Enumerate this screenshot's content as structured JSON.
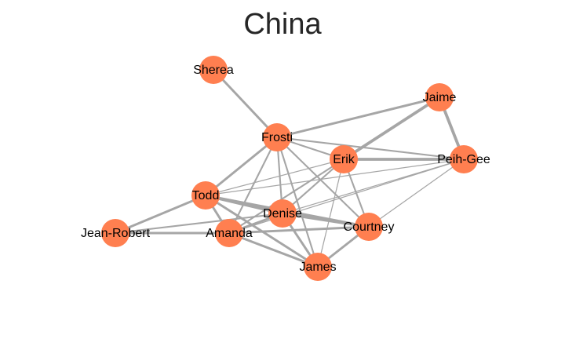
{
  "title": "China",
  "colors": {
    "node": "#ff7f50",
    "edge": "#a6a6a6",
    "text": "#000000"
  },
  "graph": {
    "nodes": [
      {
        "id": "sherea",
        "label": "Sherea"
      },
      {
        "id": "frosti",
        "label": "Frosti"
      },
      {
        "id": "jaime",
        "label": "Jaime"
      },
      {
        "id": "erik",
        "label": "Erik"
      },
      {
        "id": "peihgee",
        "label": "Peih-Gee"
      },
      {
        "id": "todd",
        "label": "Todd"
      },
      {
        "id": "denise",
        "label": "Denise"
      },
      {
        "id": "jeanrobert",
        "label": "Jean-Robert"
      },
      {
        "id": "amanda",
        "label": "Amanda"
      },
      {
        "id": "courtney",
        "label": "Courtney"
      },
      {
        "id": "james",
        "label": "James"
      }
    ],
    "edges": [
      {
        "source": "sherea",
        "target": "frosti",
        "weight": 3
      },
      {
        "source": "frosti",
        "target": "jaime",
        "weight": 3
      },
      {
        "source": "frosti",
        "target": "erik",
        "weight": 2
      },
      {
        "source": "frosti",
        "target": "peihgee",
        "weight": 2
      },
      {
        "source": "frosti",
        "target": "todd",
        "weight": 3
      },
      {
        "source": "frosti",
        "target": "denise",
        "weight": 2
      },
      {
        "source": "frosti",
        "target": "amanda",
        "weight": 2
      },
      {
        "source": "frosti",
        "target": "courtney",
        "weight": 2
      },
      {
        "source": "frosti",
        "target": "james",
        "weight": 2
      },
      {
        "source": "jaime",
        "target": "erik",
        "weight": 4
      },
      {
        "source": "jaime",
        "target": "peihgee",
        "weight": 4
      },
      {
        "source": "erik",
        "target": "peihgee",
        "weight": 4
      },
      {
        "source": "erik",
        "target": "todd",
        "weight": 1
      },
      {
        "source": "erik",
        "target": "denise",
        "weight": 2
      },
      {
        "source": "erik",
        "target": "amanda",
        "weight": 2
      },
      {
        "source": "erik",
        "target": "courtney",
        "weight": 2
      },
      {
        "source": "erik",
        "target": "james",
        "weight": 1
      },
      {
        "source": "todd",
        "target": "peihgee",
        "weight": 1
      },
      {
        "source": "denise",
        "target": "peihgee",
        "weight": 1
      },
      {
        "source": "amanda",
        "target": "peihgee",
        "weight": 1
      },
      {
        "source": "courtney",
        "target": "peihgee",
        "weight": 1
      },
      {
        "source": "todd",
        "target": "denise",
        "weight": 4
      },
      {
        "source": "todd",
        "target": "jeanrobert",
        "weight": 3
      },
      {
        "source": "todd",
        "target": "amanda",
        "weight": 3
      },
      {
        "source": "todd",
        "target": "courtney",
        "weight": 3
      },
      {
        "source": "todd",
        "target": "james",
        "weight": 3
      },
      {
        "source": "denise",
        "target": "jeanrobert",
        "weight": 2
      },
      {
        "source": "denise",
        "target": "amanda",
        "weight": 3
      },
      {
        "source": "denise",
        "target": "courtney",
        "weight": 4
      },
      {
        "source": "denise",
        "target": "james",
        "weight": 3
      },
      {
        "source": "jeanrobert",
        "target": "amanda",
        "weight": 3
      },
      {
        "source": "amanda",
        "target": "courtney",
        "weight": 3
      },
      {
        "source": "amanda",
        "target": "james",
        "weight": 3
      },
      {
        "source": "courtney",
        "target": "james",
        "weight": 3
      }
    ]
  }
}
